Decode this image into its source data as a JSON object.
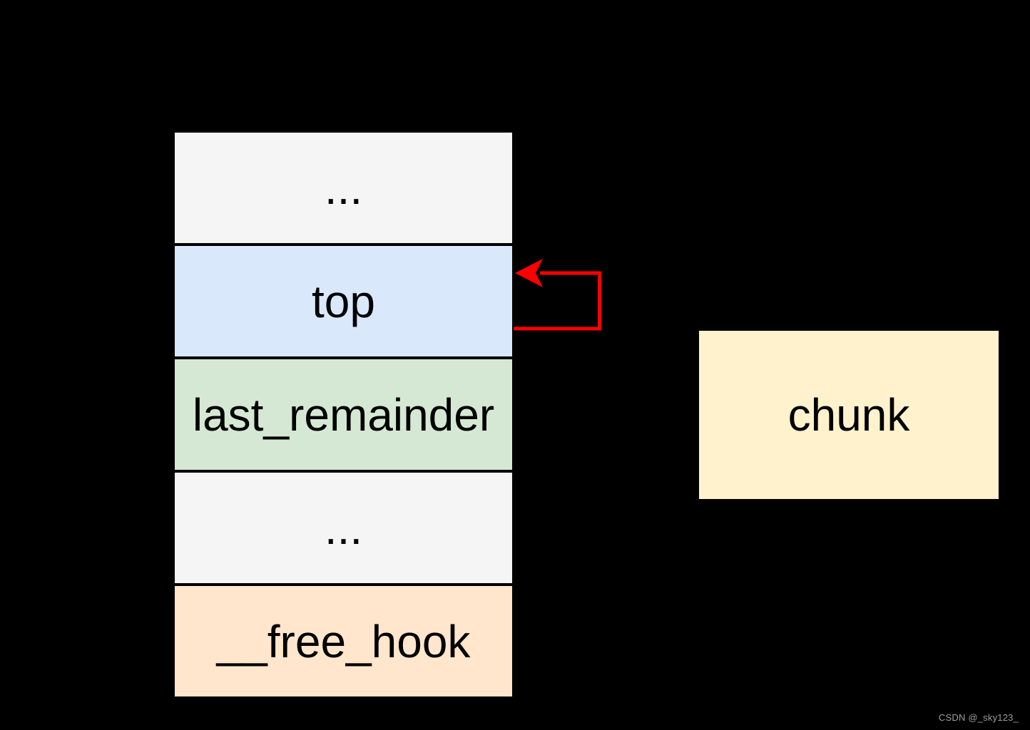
{
  "page": {
    "background": "#000000"
  },
  "memory_stack": {
    "cells": [
      {
        "id": "ellipsis-upper",
        "label": "...",
        "fill": "#f5f5f5",
        "border": "#000000"
      },
      {
        "id": "top",
        "label": "top",
        "fill": "#dae8fc",
        "border": "#000000"
      },
      {
        "id": "last-remainder",
        "label": "last_remainder",
        "fill": "#d5e8d4",
        "border": "#000000"
      },
      {
        "id": "ellipsis-lower",
        "label": "...",
        "fill": "#f5f5f5",
        "border": "#000000"
      },
      {
        "id": "free-hook",
        "label": "__free_hook",
        "fill": "#ffe6cc",
        "border": "#000000"
      }
    ]
  },
  "chunk_box": {
    "label": "chunk",
    "fill": "#fff2cc"
  },
  "arrow": {
    "type": "self-loop",
    "target": "top",
    "color": "#ff0000"
  },
  "watermark": {
    "text": "CSDN @_sky123_",
    "color": "#9e9e9e"
  }
}
